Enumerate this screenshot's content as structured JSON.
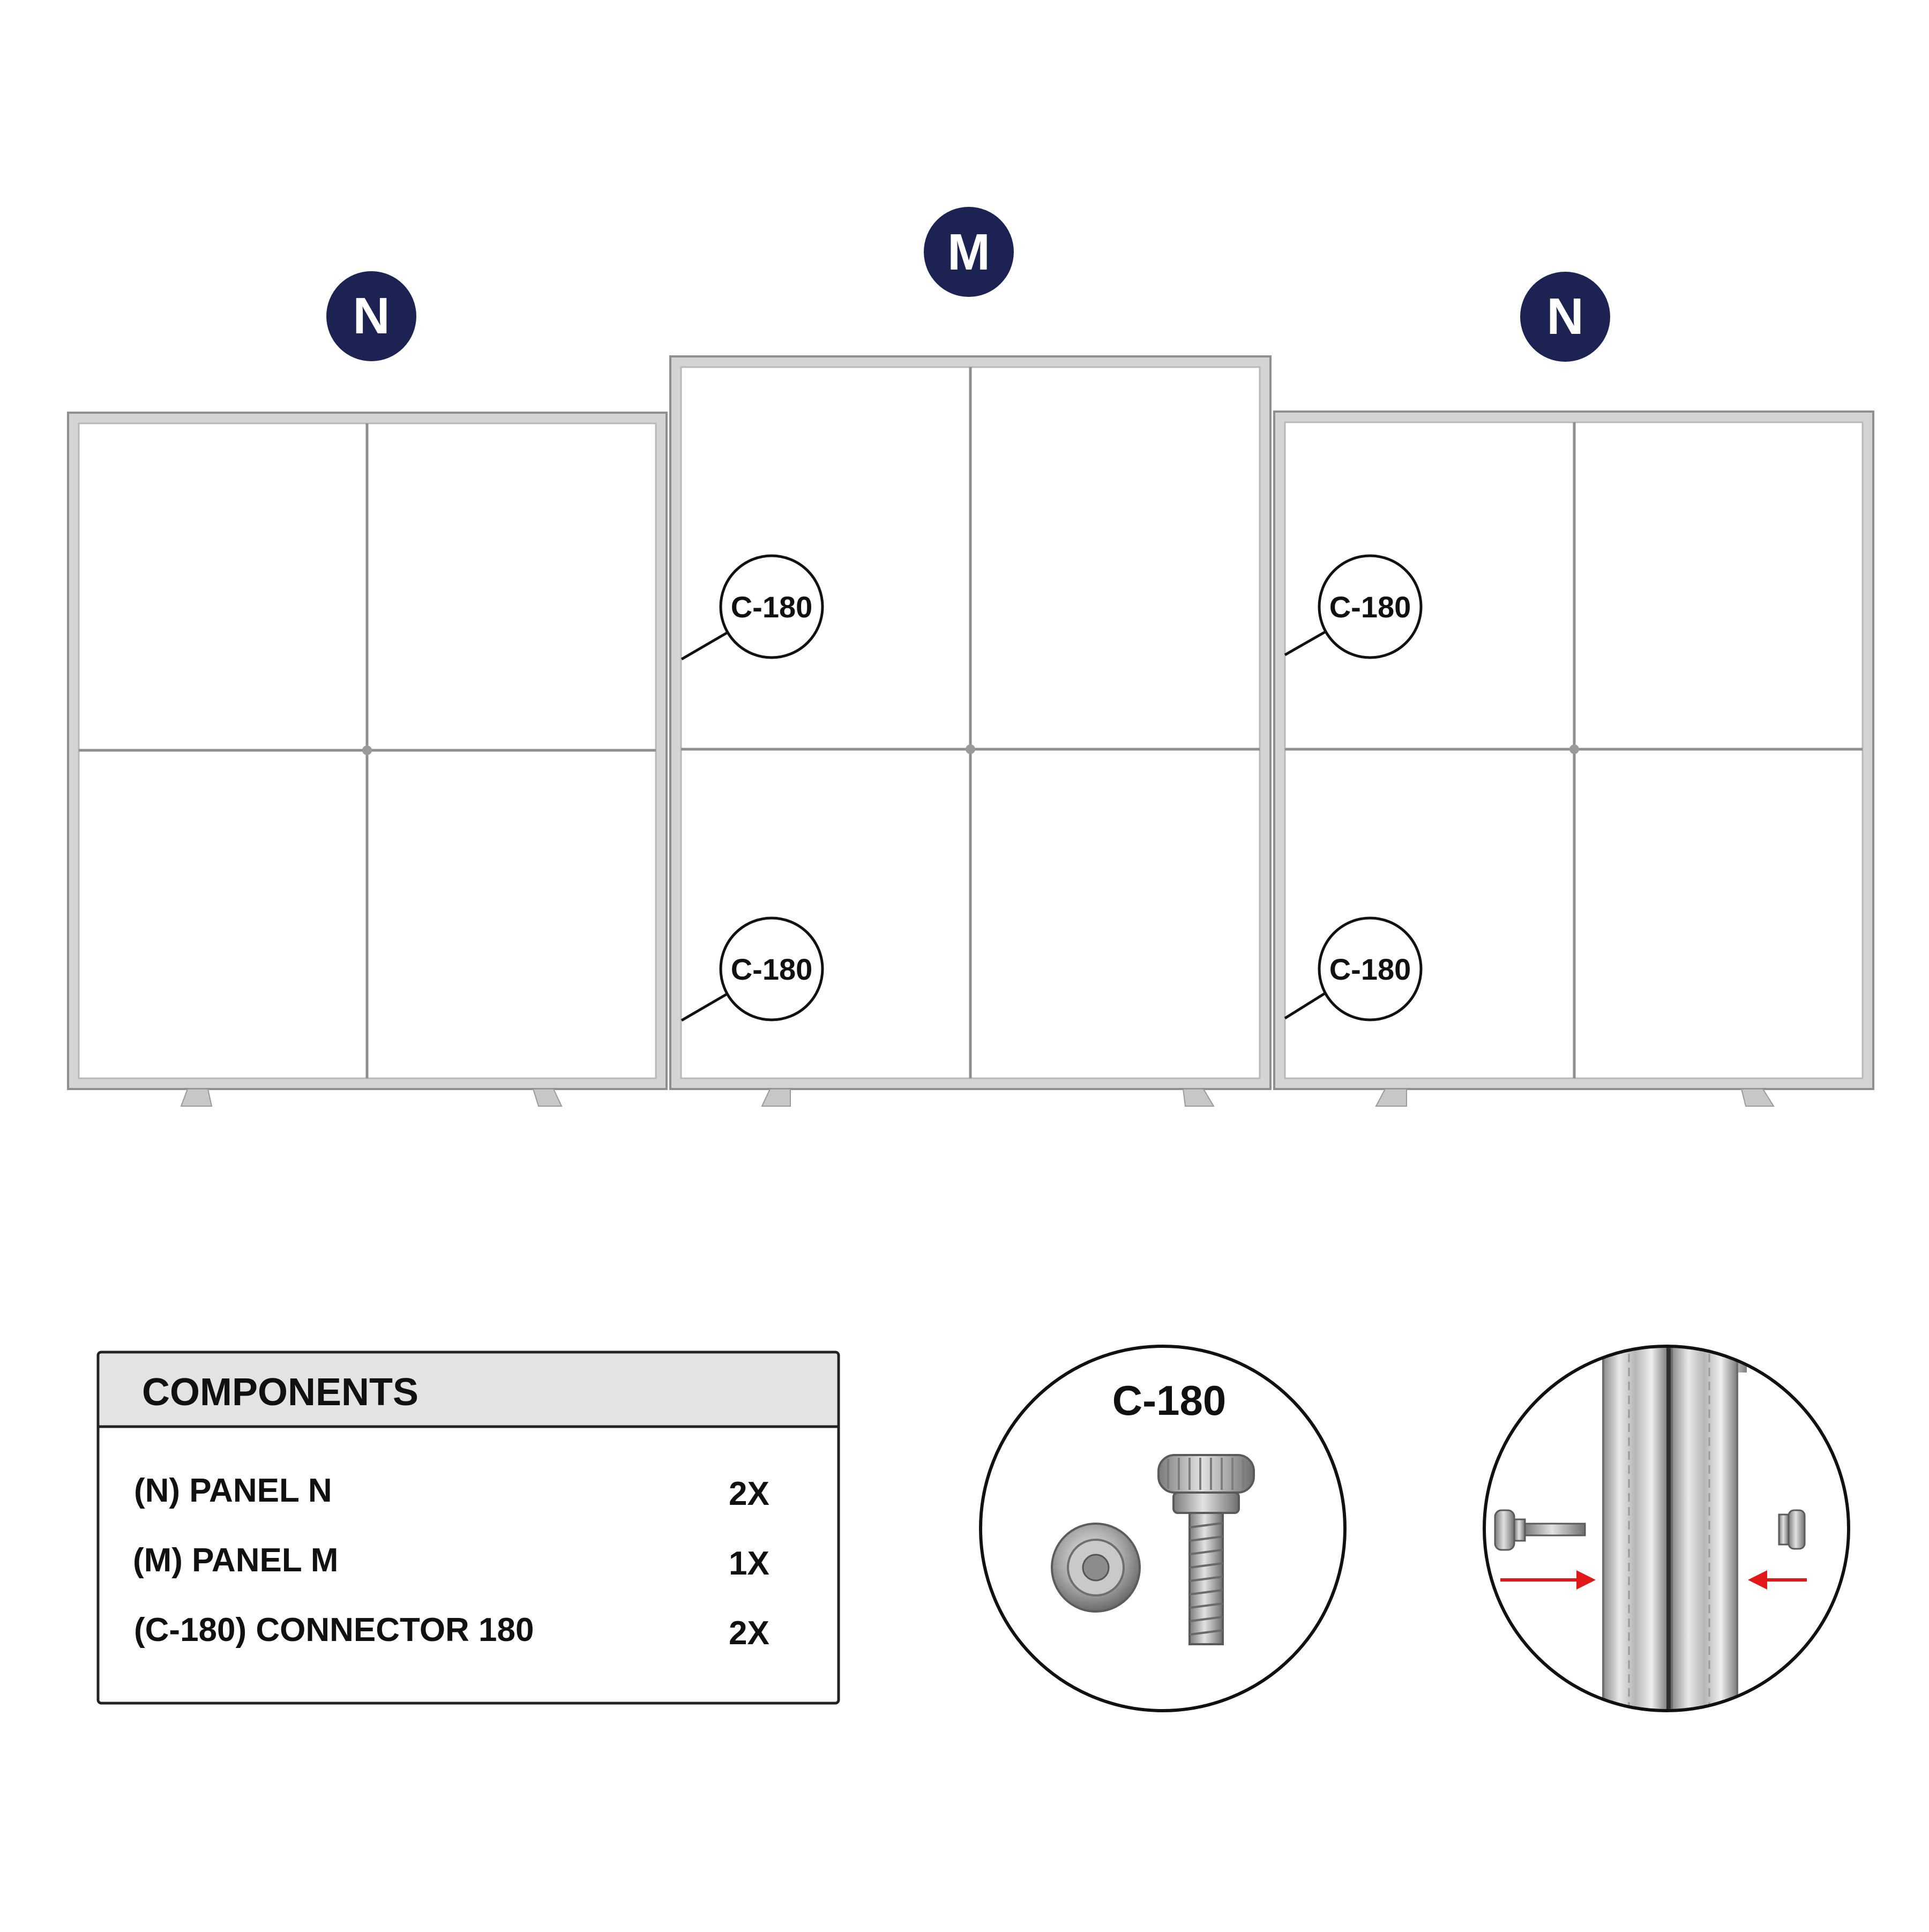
{
  "panels": {
    "left_label": "N",
    "middle_label": "M",
    "right_label": "N",
    "label_color": "#1c2353"
  },
  "callouts": {
    "mid_upper": "C-180",
    "mid_lower": "C-180",
    "right_upper": "C-180",
    "right_lower": "C-180"
  },
  "components": {
    "title": "COMPONENTS",
    "items": [
      {
        "name": "(N) PANEL N",
        "qty": "2X"
      },
      {
        "name": "(M) PANEL M",
        "qty": "1X"
      },
      {
        "name": "(C-180) CONNECTOR 180",
        "qty": "2X"
      }
    ]
  },
  "detail": {
    "connector_title": "C-180",
    "arrow_color": "#e01818",
    "icons": [
      "bolt-icon",
      "nut-icon",
      "arrow-right-icon",
      "arrow-left-icon"
    ]
  }
}
